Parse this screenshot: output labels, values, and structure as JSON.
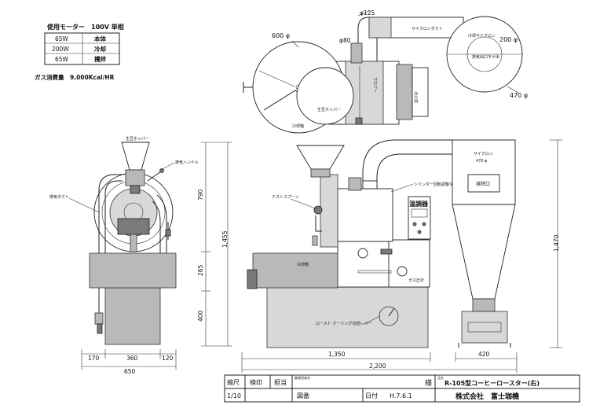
{
  "spec_table": {
    "header": "使用モーター　100V 単相",
    "rows": [
      {
        "power": "65W",
        "part": "本体"
      },
      {
        "power": "200W",
        "part": "冷却"
      },
      {
        "power": "65W",
        "part": "攪拌"
      }
    ],
    "gas": "ガス消費量　9,000Kcal/HR"
  },
  "top_view": {
    "d125": "φ125",
    "d80": "φ80",
    "d600": "600 φ",
    "d200": "200 φ",
    "d470": "470 φ",
    "cyclone_duct": "サイクロンダクト",
    "cooling_cyclone": "冷却サイクロン",
    "exhaust_note": "排気出口モヤ出",
    "green_hopper": "生豆ホッパー",
    "cooler": "冷却箱",
    "blower": "ブロアー",
    "burner_window": "点火窓"
  },
  "front_view": {
    "green_hopper": "生豆ホッパー",
    "exhaust_handle": "排気ハンドル",
    "exhaust_duct": "排気ダクト"
  },
  "side_view": {
    "test_spoon": "テストスプーン",
    "cylinder_dial": "シリンダー回転調整ダイヤル",
    "temp_controller": "温調器",
    "gas_gauge": "ガス圧計",
    "cooler": "冷却箱",
    "lever": "ロースト クーリング切替レバー",
    "cyclone": "サイクロン",
    "cyclone_size": "470 φ",
    "dust_box": "排除口"
  },
  "dimensions": {
    "h790": "790",
    "h265": "265",
    "h400": "400",
    "h1455": "1,455",
    "h1470": "1,470",
    "w170": "170",
    "w360": "360",
    "w120": "120",
    "w650": "650",
    "w1350": "1,350",
    "w2200": "2,200",
    "w420": "420"
  },
  "title_block": {
    "scale_label": "縮尺",
    "scale_value": "1/10",
    "inspect_label": "検印",
    "charge_label": "担当",
    "drawing_label": "図番",
    "buyer_label": "御使用者名",
    "sama": "様",
    "name_label": "品名",
    "product": "R-105型コーヒーロースター(右)",
    "date_label": "日付",
    "date_value": "H.7.6.1",
    "company": "株式会社　富士珈機"
  }
}
